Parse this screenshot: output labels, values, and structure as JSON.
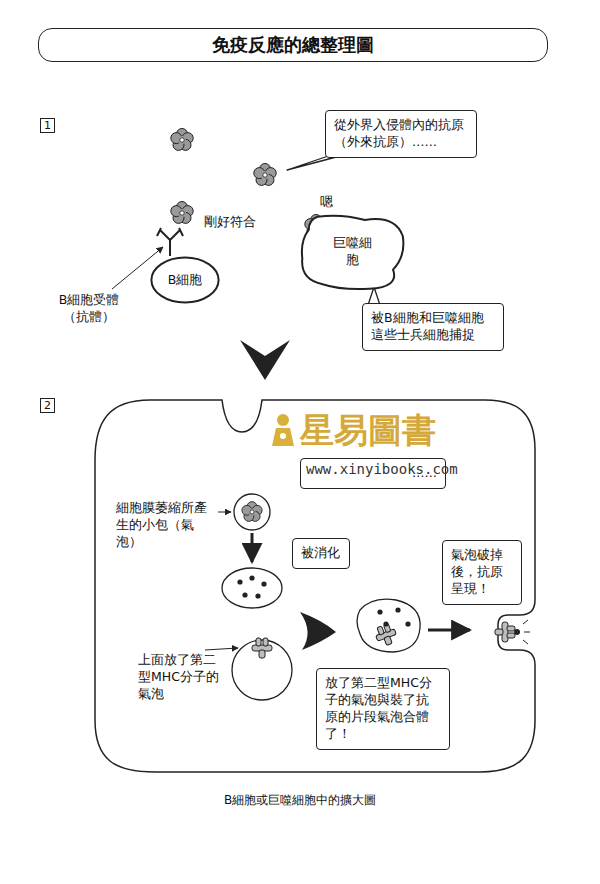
{
  "diagram": {
    "title": "免疫反應的總整理圖",
    "caption": "B細胞或巨噬細胞中的擴大圖",
    "nodes": [
      {
        "text": [
          "1"
        ]
      },
      {
        "text": [
          "從外界入侵體內的抗原（外來抗原）……"
        ]
      },
      {
        "text": [
          "B細胞"
        ]
      },
      {
        "text": [
          "巨噬細胞"
        ]
      },
      {
        "text": [
          "被B細胞和巨噬細胞這些士兵細胞捕捉"
        ]
      },
      {
        "text": [
          "2"
        ]
      },
      {
        "text": [
          "……"
        ]
      },
      {
        "text": [
          "被消化"
        ]
      },
      {
        "text": [
          "氣泡破掉後，抗原呈現！"
        ]
      },
      {
        "text": [
          "放了第二型MHC分子的氣泡與裝了抗原的片段氣泡合體了！"
        ]
      }
    ],
    "labels": [
      "剛好符合",
      "B細胞受體（抗體）",
      "嗯",
      "細胞膜萎縮所產生的小包（氣泡）",
      "上面放了第二型MHC分子的氣泡",
      "星易圖書",
      "www.xinyibooks.com"
    ]
  }
}
